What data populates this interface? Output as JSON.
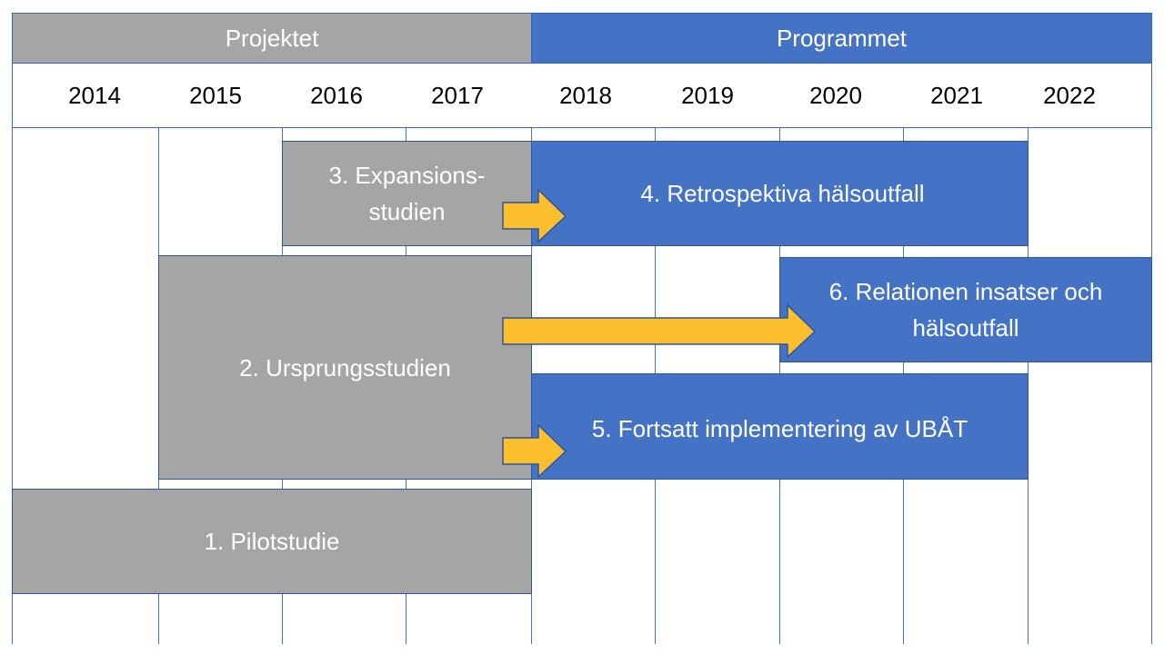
{
  "header": {
    "project_label": "Projektet",
    "program_label": "Programmet"
  },
  "years": [
    "2014",
    "2015",
    "2016",
    "2017",
    "2018",
    "2019",
    "2020",
    "2021",
    "2022"
  ],
  "phases": [
    {
      "id": 1,
      "label": "1. Pilotstudie",
      "group": "Projektet",
      "start": "2014",
      "end": "2017"
    },
    {
      "id": 2,
      "label": "2. Ursprungsstudien",
      "group": "Projektet",
      "start": "2015",
      "end": "2017"
    },
    {
      "id": 3,
      "label_line1": "3. Expansions-",
      "label_line2": "studien",
      "group": "Projektet",
      "start": "2016",
      "end": "2017"
    },
    {
      "id": 4,
      "label": "4. Retrospektiva hälsoutfall",
      "group": "Programmet",
      "start": "2018",
      "end": "2021"
    },
    {
      "id": 5,
      "label": "5. Fortsatt implementering av UBÅT",
      "group": "Programmet",
      "start": "2018",
      "end": "2021"
    },
    {
      "id": 6,
      "label_line1": "6. Relationen insatser och",
      "label_line2": "hälsoutfall",
      "group": "Programmet",
      "start": "2020",
      "end": "2022"
    }
  ],
  "arrows": [
    {
      "from": 3,
      "to": 4
    },
    {
      "from": 2,
      "to": 6
    },
    {
      "from": 2,
      "to": 5
    }
  ],
  "colors": {
    "project_gray": "#a5a5a5",
    "program_blue": "#4472c4",
    "arrow_yellow": "#fbbf2d",
    "grid_line": "#4472c4"
  }
}
